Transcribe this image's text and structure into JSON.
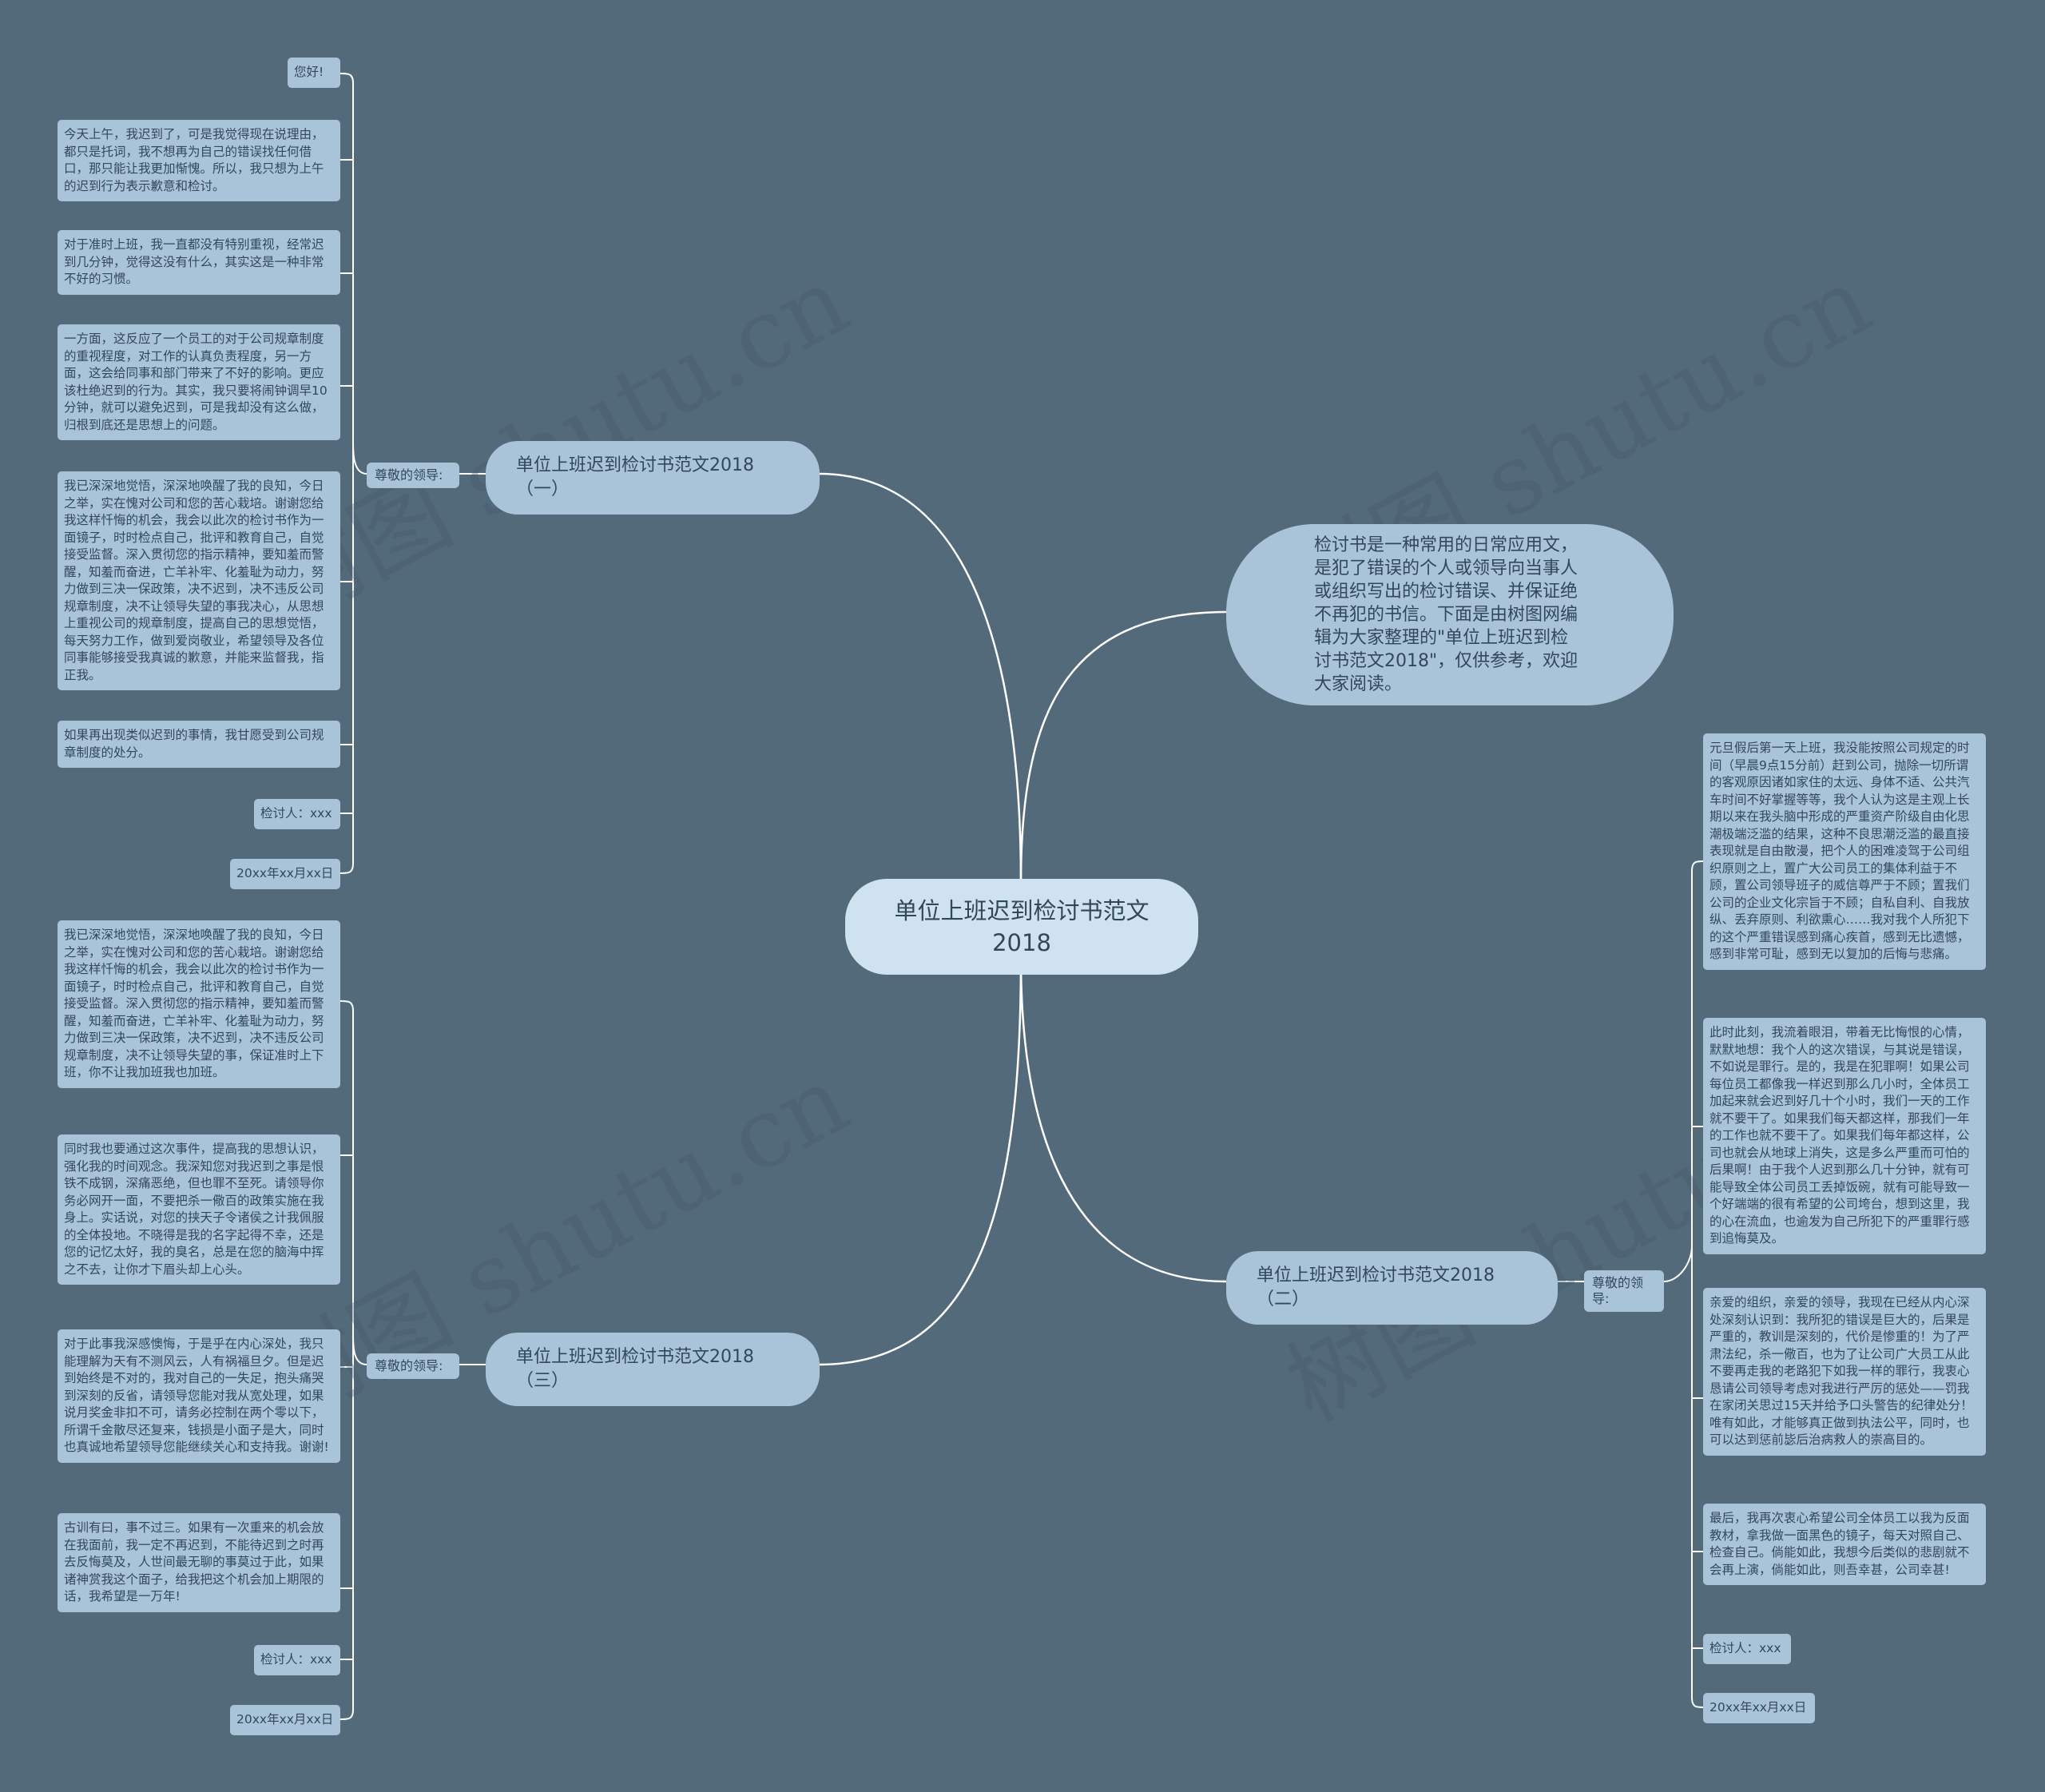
{
  "root": "单位上班迟到检讨书范文2018",
  "intro": "检讨书是一种常用的日常应用文，是犯了错误的个人或领导向当事人或组织写出的检讨错误、并保证绝不再犯的书信。下面是由树图网编辑为大家整理的\"单位上班迟到检讨书范文2018\"，仅供参考，欢迎大家阅读。",
  "watermark": "树图 shutu.cn",
  "branch1": {
    "title": "单位上班迟到检讨书范文2018（一）",
    "label": "尊敬的领导:",
    "leaves": [
      "您好!",
      "今天上午，我迟到了，可是我觉得现在说理由，都只是托词，我不想再为自己的错误找任何借口，那只能让我更加惭愧。所以，我只想为上午的迟到行为表示歉意和检讨。",
      "对于准时上班，我一直都没有特别重视，经常迟到几分钟，觉得这没有什么，其实这是一种非常不好的习惯。",
      "一方面，这反应了一个员工的对于公司规章制度的重视程度，对工作的认真负责程度，另一方面，这会给同事和部门带来了不好的影响。更应该杜绝迟到的行为。其实，我只要将闹钟调早10分钟，就可以避免迟到，可是我却没有这么做，归根到底还是思想上的问题。",
      "我已深深地觉悟，深深地唤醒了我的良知，今日之举，实在愧对公司和您的苦心栽培。谢谢您给我这样忏悔的机会，我会以此次的检讨书作为一面镜子，时时检点自己，批评和教育自己，自觉接受监督。深入贯彻您的指示精神，要知羞而警醒，知羞而奋进，亡羊补牢、化羞耻为动力，努力做到三决一保政策，决不迟到，决不违反公司规章制度，决不让领导失望的事我决心，从思想上重视公司的规章制度，提高自己的思想觉悟，每天努力工作，做到爱岗敬业，希望领导及各位同事能够接受我真诚的歉意，并能来监督我，指正我。",
      "如果再出现类似迟到的事情，我甘愿受到公司规章制度的处分。",
      "检讨人：xxx",
      "20xx年xx月xx日"
    ]
  },
  "branch2": {
    "title": "单位上班迟到检讨书范文2018（二）",
    "label": "尊敬的领导:",
    "leaves": [
      "元旦假后第一天上班，我没能按照公司规定的时间（早晨9点15分前）赶到公司，抛除一切所谓的客观原因诸如家住的太远、身体不适、公共汽车时间不好掌握等等，我个人认为这是主观上长期以来在我头脑中形成的严重资产阶级自由化思潮极端泛滥的结果，这种不良思潮泛滥的最直接表现就是自由散漫，把个人的困难凌驾于公司组织原则之上，置广大公司员工的集体利益于不顾，置公司领导班子的威信尊严于不顾；置我们公司的企业文化宗旨于不顾；自私自利、自我放纵、丢弃原则、利欲熏心……我对我个人所犯下的这个严重错误感到痛心疾首，感到无比遗憾，感到非常可耻，感到无以复加的后悔与悲痛。",
      "此时此刻，我流着眼泪，带着无比悔恨的心情，默默地想：我个人的这次错误，与其说是错误，不如说是罪行。是的，我是在犯罪啊！如果公司每位员工都像我一样迟到那么几小时，全体员工加起来就会迟到好几十个小时，我们一天的工作就不要干了。如果我们每天都这样，那我们一年的工作也就不要干了。如果我们每年都这样，公司也就会从地球上消失，这是多么严重而可怕的后果啊！由于我个人迟到那么几十分钟，就有可能导致全体公司员工丢掉饭碗，就有可能导致一个好端端的很有希望的公司垮台，想到这里，我的心在流血，也逾发为自己所犯下的严重罪行感到追悔莫及。",
      "亲爱的组织，亲爱的领导，我现在已经从内心深处深刻认识到：我所犯的错误是巨大的，后果是严重的，教训是深刻的，代价是惨重的！为了严肃法纪，杀一儆百，也为了让公司广大员工从此不要再走我的老路犯下如我一样的罪行，我衷心恳请公司领导考虑对我进行严厉的惩处——罚我在家闭关思过15天并给予口头警告的纪律处分！唯有如此，才能够真正做到执法公平，同时，也可以达到惩前毖后治病救人的崇高目的。",
      "最后，我再次衷心希望公司全体员工以我为反面教材，拿我做一面黑色的镜子，每天对照自己、检查自己。倘能如此，我想今后类似的悲剧就不会再上演，倘能如此，则吾幸甚，公司幸甚!",
      "检讨人：xxx",
      "20xx年xx月xx日"
    ]
  },
  "branch3": {
    "title": "单位上班迟到检讨书范文2018（三）",
    "label": "尊敬的领导:",
    "leaves": [
      "我已深深地觉悟，深深地唤醒了我的良知，今日之举，实在愧对公司和您的苦心栽培。谢谢您给我这样忏悔的机会，我会以此次的检讨书作为一面镜子，时时检点自己，批评和教育自己，自觉接受监督。深入贯彻您的指示精神，要知羞而警醒，知羞而奋进，亡羊补牢、化羞耻为动力，努力做到三决一保政策，决不迟到，决不违反公司规章制度，决不让领导失望的事，保证准时上下班，你不让我加班我也加班。",
      "同时我也要通过这次事件，提高我的思想认识，强化我的时间观念。我深知您对我迟到之事是恨铁不成钢，深痛恶绝，但也罪不至死。请领导你务必网开一面，不要把杀一儆百的政策实施在我身上。实话说，对您的挟天子令诸侯之计我佩服的全体投地。不晓得是我的名字起得不幸，还是您的记忆太好，我的臭名，总是在您的脑海中挥之不去，让你才下眉头却上心头。",
      "对于此事我深感懊悔，于是乎在内心深处，我只能理解为天有不测风云，人有祸福旦夕。但是迟到始终是不对的，我对自己的一失足，抱头痛哭到深刻的反省，请领导您能对我从宽处理，如果说月奖金非扣不可，请务必控制在两个零以下，所谓千金散尽还复来，钱损是小面子是大，同时也真诚地希望领导您能继续关心和支持我。谢谢!",
      "古训有曰，事不过三。如果有一次重来的机会放在我面前，我一定不再迟到，不能待迟到之时再去反悔莫及，人世间最无聊的事莫过于此，如果诸神赏我这个面子，给我把这个机会加上期限的话，我希望是一万年!",
      "检讨人：xxx",
      "20xx年xx月xx日"
    ]
  }
}
